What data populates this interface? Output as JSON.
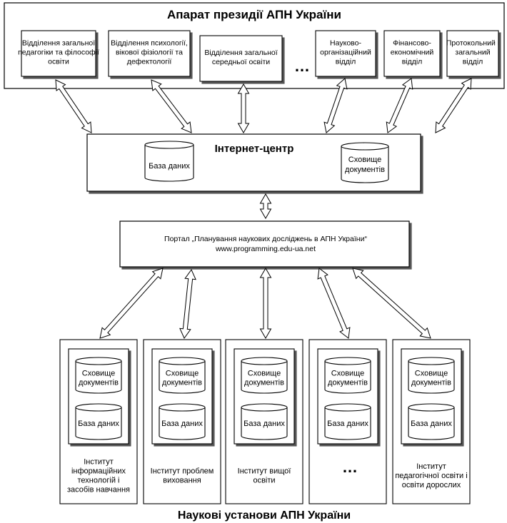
{
  "top": {
    "title": "Апарат президії АПН України",
    "departments": [
      {
        "lines": [
          "Відділення загальної",
          "педагогіки та філософії",
          "освіти"
        ]
      },
      {
        "lines": [
          "Відділення психології,",
          "вікової фізіології та",
          "дефектології"
        ]
      },
      {
        "lines": [
          "Відділення загальної",
          "середньої освіти"
        ]
      },
      {
        "lines": [
          "Науково-",
          "організаційний",
          "відділ"
        ]
      },
      {
        "lines": [
          "Фінансово-",
          "економічний",
          "відділ"
        ]
      },
      {
        "lines": [
          "Протокольний і",
          "загальний",
          "відділ"
        ]
      }
    ],
    "ellipsis": "…"
  },
  "internet_center": {
    "title": "Інтернет-центр",
    "database": "База даних",
    "storage": [
      "Сховище",
      "документів"
    ]
  },
  "portal": {
    "lines": [
      "Портал „Планування наукових досліджень в АПН України“",
      "www.programming.edu-ua.net"
    ]
  },
  "institutes": {
    "items": [
      {
        "storage": [
          "Сховище",
          "документів"
        ],
        "database": "База даних",
        "name": [
          "Інститут",
          "інформаційних",
          "технологій і",
          "засобів навчання"
        ]
      },
      {
        "storage": [
          "Сховище",
          "документів"
        ],
        "database": "База даних",
        "name": [
          "Інститут проблем",
          "виховання"
        ]
      },
      {
        "storage": [
          "Сховище",
          "документів"
        ],
        "database": "База даних",
        "name": [
          "Інститут вищої",
          "освіти"
        ]
      },
      {
        "storage": [
          "Сховище",
          "документів"
        ],
        "database": "База даних",
        "name": []
      },
      {
        "storage": [
          "Сховище",
          "документів"
        ],
        "database": "База даних",
        "name": [
          "Інститут",
          "педагогічної освіти і",
          "освіти дорослих"
        ]
      }
    ],
    "ellipsis": "…",
    "caption": "Наукові установи АПН України"
  }
}
